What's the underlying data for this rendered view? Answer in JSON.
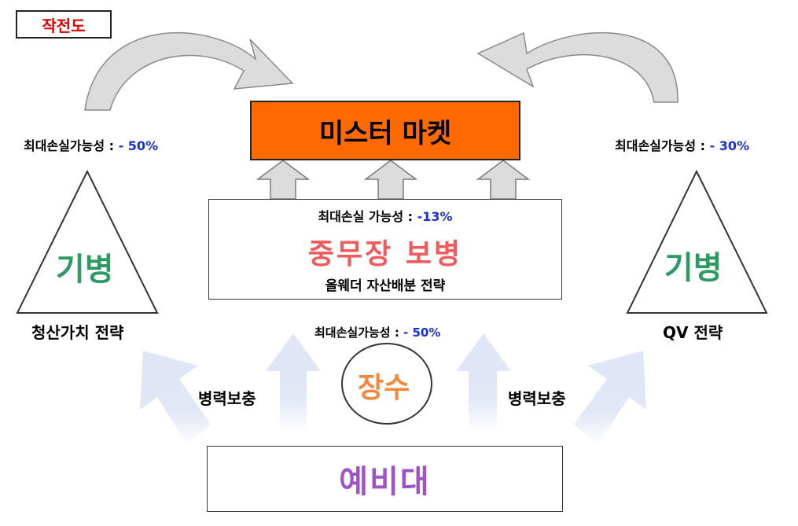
{
  "title": "작전도",
  "market": {
    "label": "미스터 마켓"
  },
  "left_flank": {
    "max_loss_label": "최대손실가능성 :",
    "max_loss_value": " - 50%",
    "unit": "기병",
    "strategy": "청산가치 전략"
  },
  "right_flank": {
    "max_loss_label": "최대손실가능성 :",
    "max_loss_value": " - 30%",
    "unit": "기병",
    "strategy": "QV 전략"
  },
  "center": {
    "max_loss_label": "최대손실 가능성 :",
    "max_loss_value": " -13%",
    "unit": "중무장 보병",
    "strategy": "올웨더 자산배분 전략"
  },
  "general": {
    "max_loss_label": "최대손실가능성 :",
    "max_loss_value": " - 50%",
    "unit": "장수"
  },
  "reinforcement": {
    "left": "병력보충",
    "right": "병력보충"
  },
  "reserve": {
    "label": "예비대"
  },
  "colors": {
    "market_fill": "#ff6a00",
    "title_text": "#e00000",
    "cavalry_text": "#2e9a63",
    "infantry_text": "#f05a5a",
    "general_text": "#f5873a",
    "reserve_text": "#a052c8",
    "loss_value_text": "#1a2fd6",
    "curved_arrow_fill": "#dcdcdc",
    "up_arrow_fill": "#e2e7f6"
  }
}
